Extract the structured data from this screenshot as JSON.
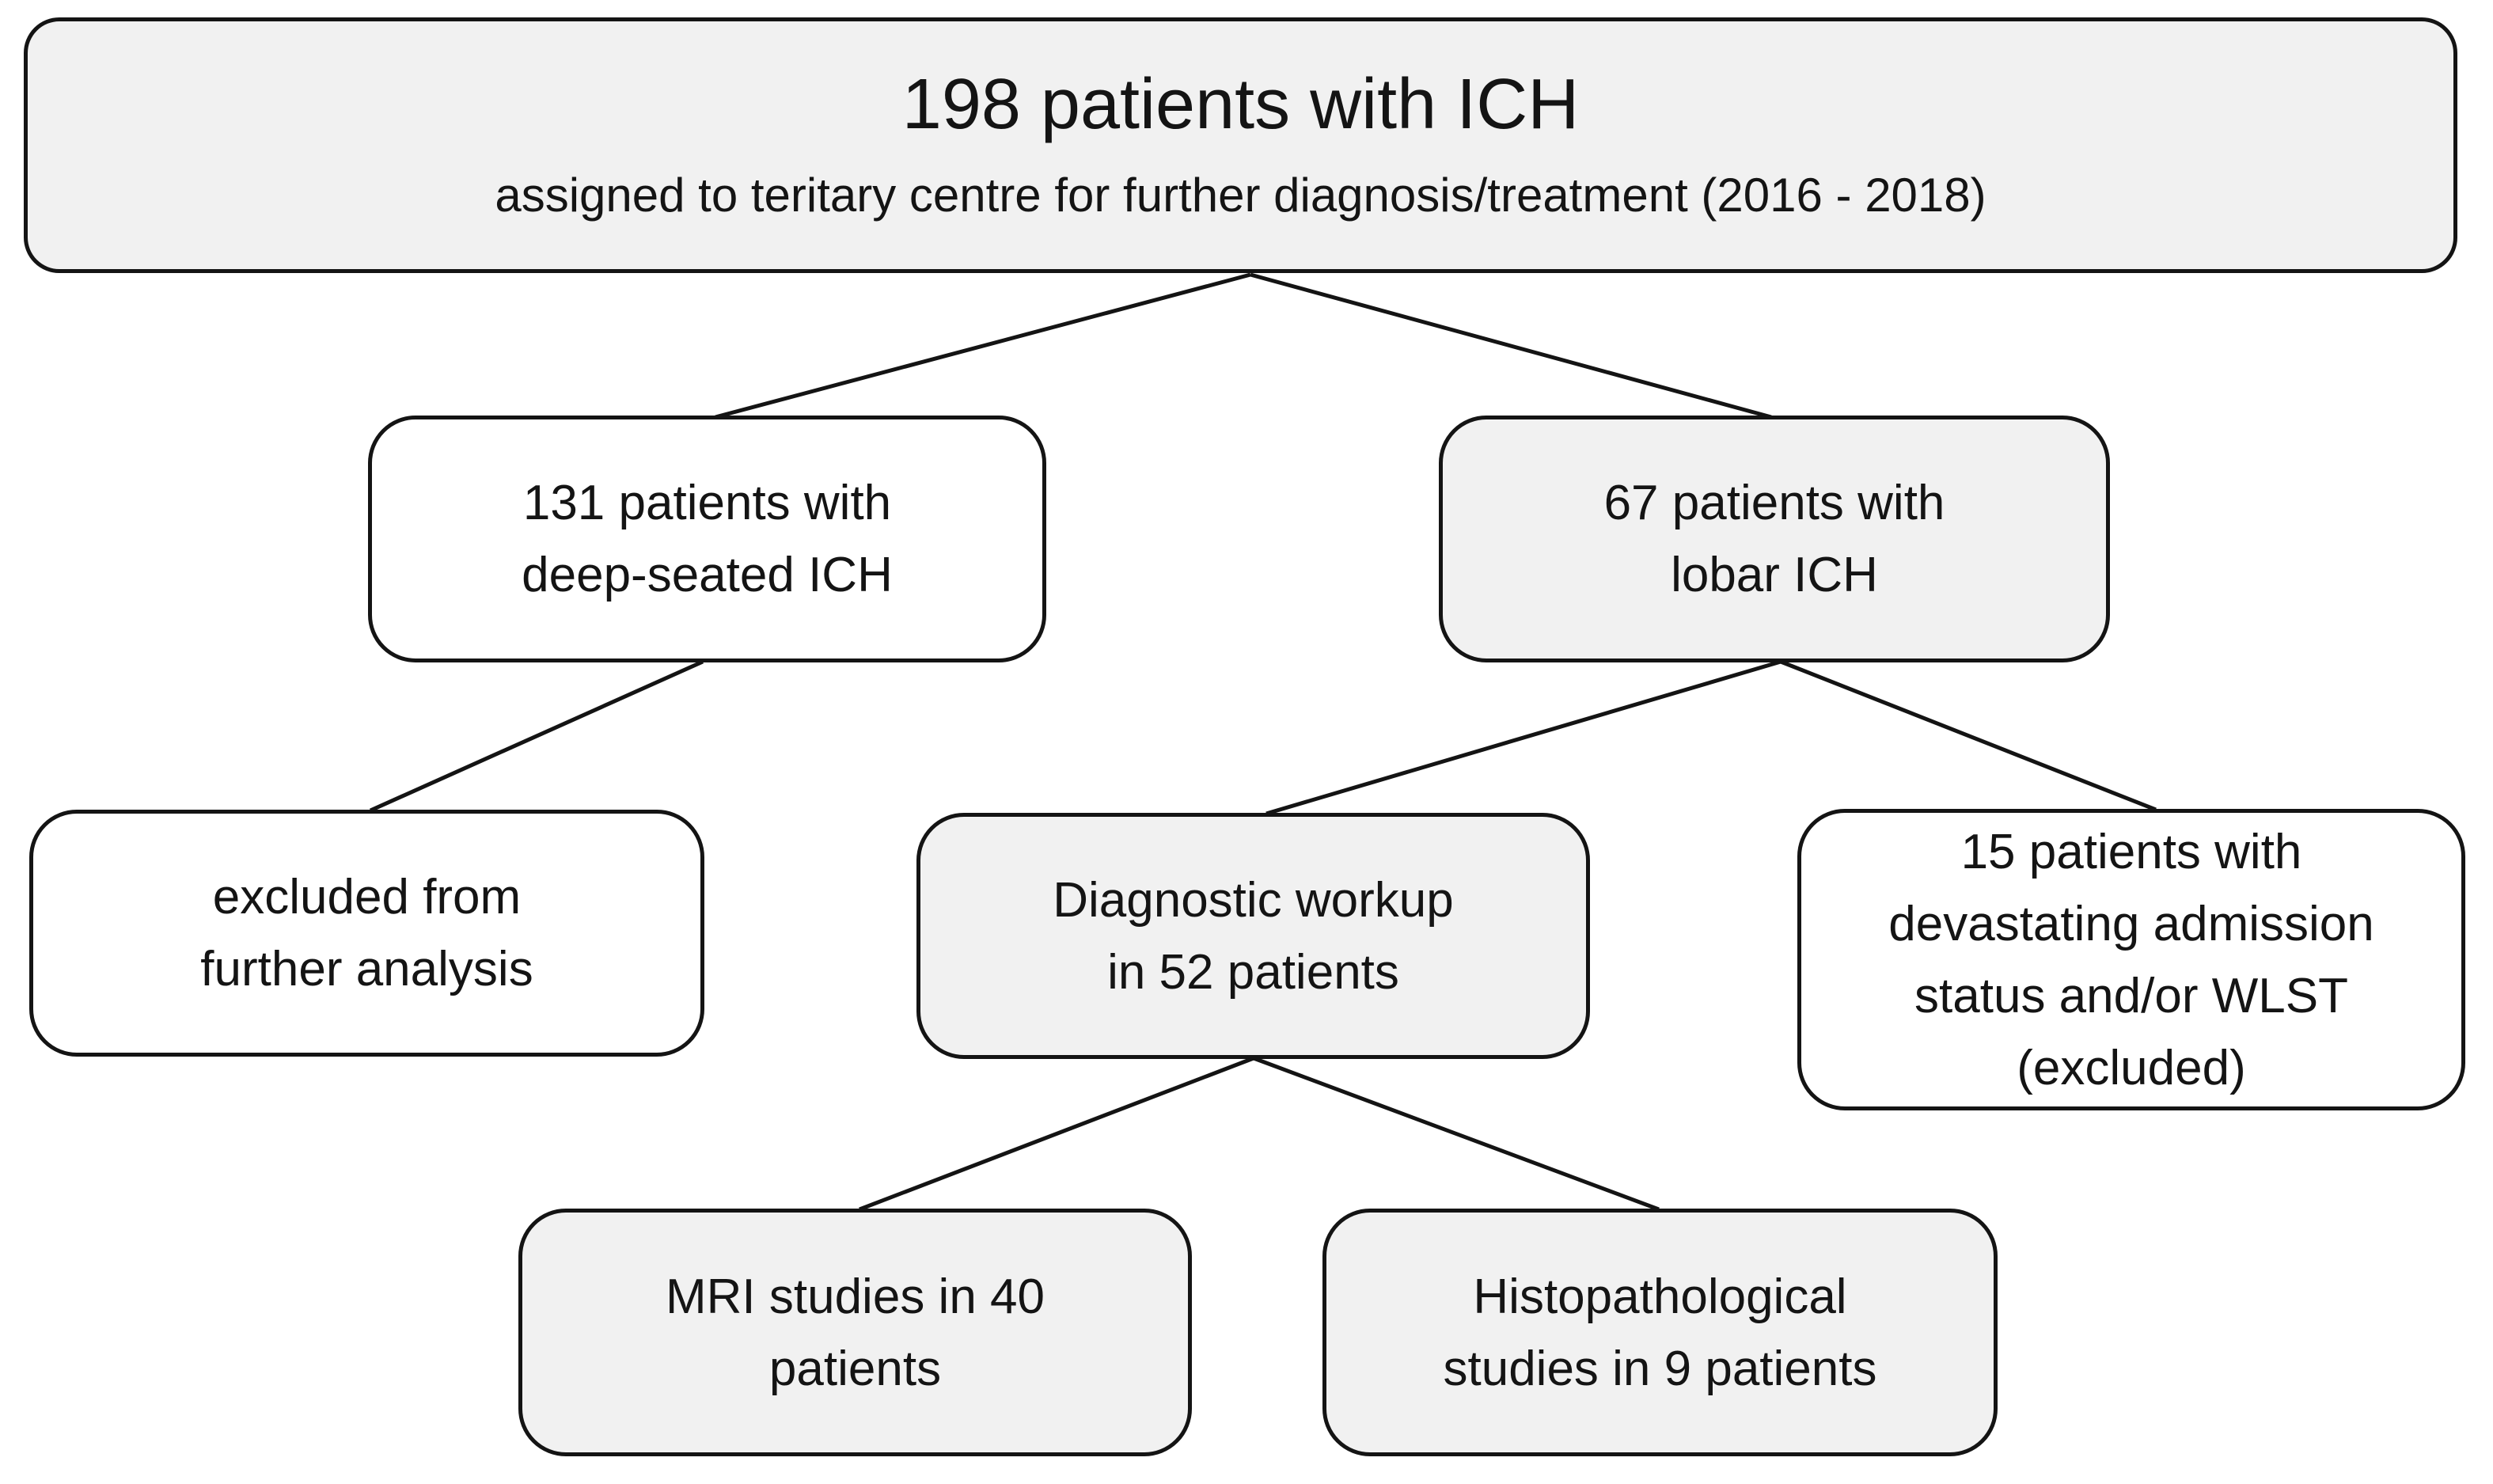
{
  "figure": {
    "type": "flowchart",
    "description": "Patient flow diagram for ICH study"
  },
  "colors": {
    "background": "#ffffff",
    "node_fill_shaded": "#f1f1f1",
    "node_fill_plain": "#ffffff",
    "node_border": "#141414",
    "connector": "#141414",
    "text": "#141414"
  },
  "nodes": {
    "root": {
      "title": "198 patients with ICH",
      "subtitle": "assigned to teritary centre for further diagnosis/treatment (2016 - 2018)"
    },
    "deep_seated": {
      "line1": "131 patients with",
      "line2": "deep-seated ICH"
    },
    "lobar": {
      "line1": "67 patients with",
      "line2": "lobar ICH"
    },
    "excluded": {
      "line1": "excluded from",
      "line2": "further analysis"
    },
    "diagnostic_workup": {
      "line1": "Diagnostic workup",
      "line2": "in 52 patients"
    },
    "devastating": {
      "line1": "15 patients with",
      "line2": "devastating admission",
      "line3": "status and/or WLST",
      "line4": "(excluded)"
    },
    "mri": {
      "line1": "MRI studies in 40",
      "line2": "patients"
    },
    "histopathological": {
      "line1": "Histopathological",
      "line2": "studies in 9 patients"
    }
  },
  "edges": [
    {
      "from": "root",
      "to": "deep_seated"
    },
    {
      "from": "root",
      "to": "lobar"
    },
    {
      "from": "deep_seated",
      "to": "excluded"
    },
    {
      "from": "lobar",
      "to": "diagnostic_workup"
    },
    {
      "from": "lobar",
      "to": "devastating"
    },
    {
      "from": "diagnostic_workup",
      "to": "mri"
    },
    {
      "from": "diagnostic_workup",
      "to": "histopathological"
    }
  ]
}
